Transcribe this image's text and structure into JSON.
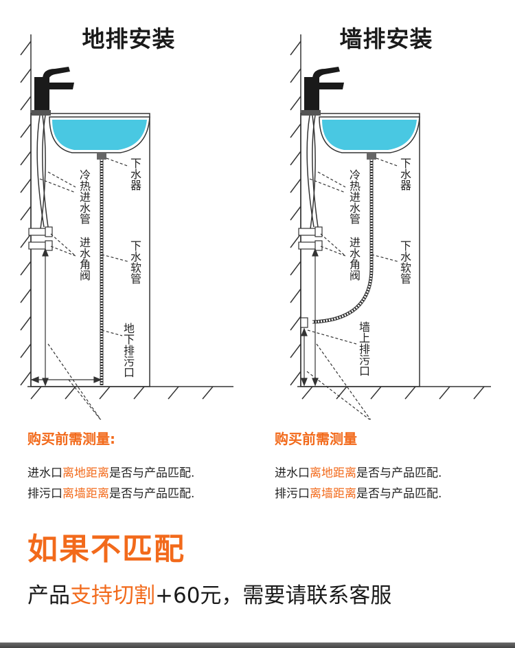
{
  "left_panel": {
    "title": "地排安装",
    "labels": {
      "drain_fitting": "下水器",
      "hoses": "冷热进水管",
      "angle_valve": "进水角阀",
      "drain_hose": "下水软管",
      "outlet": "地下排污口"
    }
  },
  "right_panel": {
    "title": "墙排安装",
    "labels": {
      "drain_fitting": "下水器",
      "hoses": "冷热进水管",
      "angle_valve": "进水角阀",
      "drain_hose": "下水软管",
      "outlet": "墙上排污口"
    }
  },
  "requirements_left": {
    "title": "购买前需测量:",
    "line1": {
      "pre": "进水口",
      "hl": "离地距离",
      "post": "是否与产品匹配."
    },
    "line2": {
      "pre": "排污口",
      "hl": "离墙距离",
      "post": "是否与产品匹配."
    }
  },
  "requirements_right": {
    "title": "购买前需测量",
    "line1": {
      "pre": "进水口",
      "hl": "离地距离",
      "post": "是否与产品匹配."
    },
    "line2": {
      "pre": "排污口",
      "hl": "离墙距离",
      "post": "是否与产品匹配."
    }
  },
  "notice": {
    "headline": "如果不匹配",
    "pre": "产品",
    "hl": "支持切割",
    "post": "+60元，需要请联系客服"
  },
  "colors": {
    "accent": "#f26a1b",
    "water": "#49c8e2",
    "line": "#333333"
  }
}
